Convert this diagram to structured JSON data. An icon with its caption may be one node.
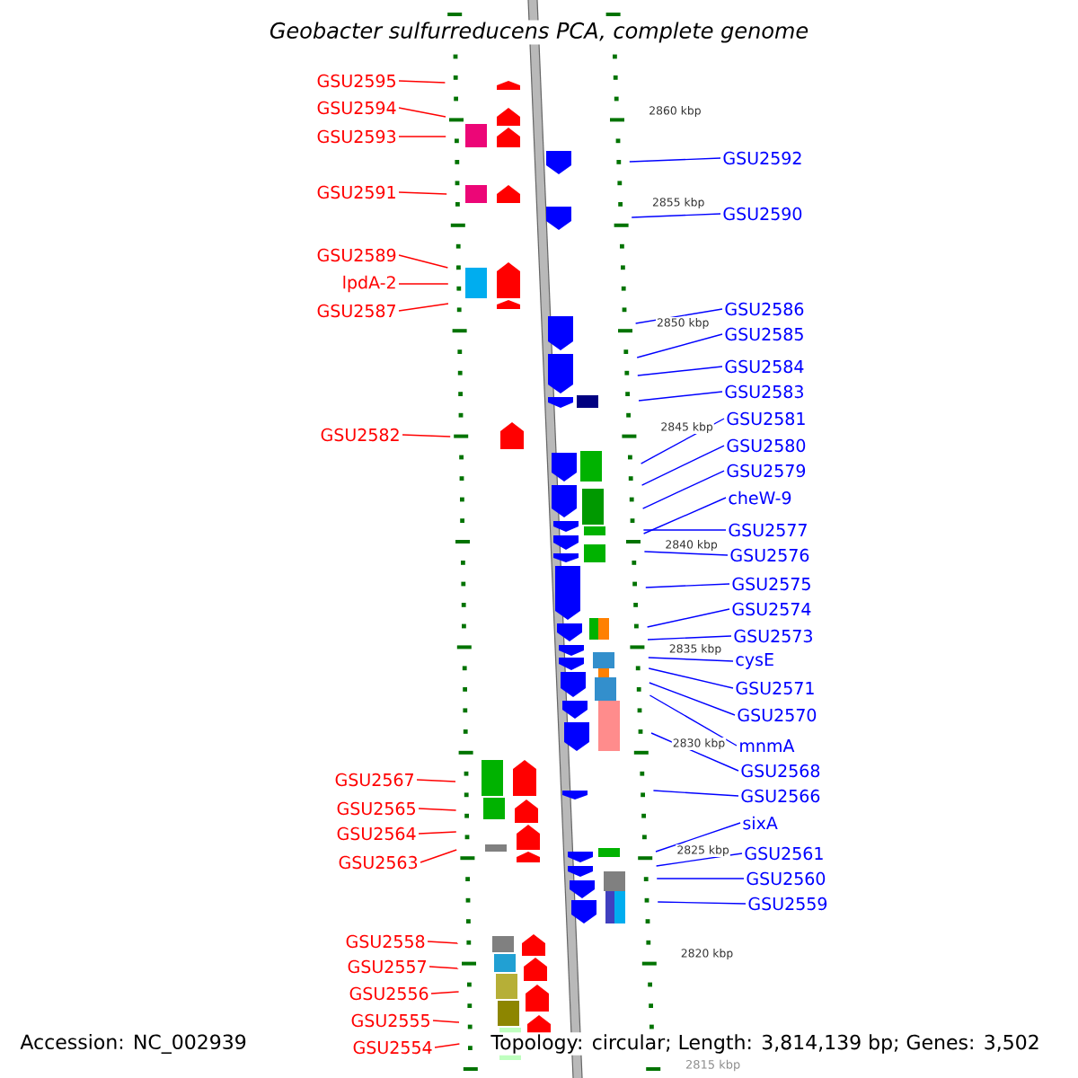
{
  "diagram": {
    "title": "Geobacter sulfurreducens PCA, complete genome",
    "nodes": [
      {
        "text": [
          "GSU2595"
        ]
      },
      {
        "text": [
          "GSU2594"
        ]
      },
      {
        "text": [
          "GSU2593"
        ]
      },
      {
        "text": [
          "GSU2591"
        ]
      },
      {
        "text": [
          "GSU2589"
        ]
      },
      {
        "text": [
          "lpdA-2"
        ]
      },
      {
        "text": [
          "GSU2587"
        ]
      },
      {
        "text": [
          "GSU2582"
        ]
      },
      {
        "text": [
          "GSU2567"
        ]
      },
      {
        "text": [
          "GSU2565"
        ]
      },
      {
        "text": [
          "GSU2564"
        ]
      },
      {
        "text": [
          "GSU2563"
        ]
      },
      {
        "text": [
          "GSU2558"
        ]
      },
      {
        "text": [
          "GSU2557"
        ]
      },
      {
        "text": [
          "GSU2556"
        ]
      },
      {
        "text": [
          "GSU2555"
        ]
      },
      {
        "text": [
          "GSU2554"
        ]
      },
      {
        "text": [
          "GSU2592"
        ]
      },
      {
        "text": [
          "GSU2590"
        ]
      },
      {
        "text": [
          "GSU2586"
        ]
      },
      {
        "text": [
          "GSU2585"
        ]
      },
      {
        "text": [
          "GSU2584"
        ]
      },
      {
        "text": [
          "GSU2583"
        ]
      },
      {
        "text": [
          "GSU2581"
        ]
      },
      {
        "text": [
          "GSU2580"
        ]
      },
      {
        "text": [
          "GSU2579"
        ]
      },
      {
        "text": [
          "cheW-9"
        ]
      },
      {
        "text": [
          "GSU2577"
        ]
      },
      {
        "text": [
          "GSU2576"
        ]
      },
      {
        "text": [
          "GSU2575"
        ]
      },
      {
        "text": [
          "GSU2574"
        ]
      },
      {
        "text": [
          "GSU2573"
        ]
      },
      {
        "text": [
          "cysE"
        ]
      },
      {
        "text": [
          "GSU2571"
        ]
      },
      {
        "text": [
          "GSU2570"
        ]
      },
      {
        "text": [
          "mnmA"
        ]
      },
      {
        "text": [
          "GSU2568"
        ]
      },
      {
        "text": [
          "GSU2566"
        ]
      },
      {
        "text": [
          "sixA"
        ]
      },
      {
        "text": [
          "GSU2561"
        ]
      },
      {
        "text": [
          "GSU2560"
        ]
      },
      {
        "text": [
          "GSU2559"
        ]
      }
    ],
    "edges": [
      {
        "from": 0,
        "to": null,
        "arrow": "none",
        "color": "#ff0000"
      },
      {
        "from": 1,
        "to": null,
        "arrow": "none",
        "color": "#ff0000"
      },
      {
        "from": 2,
        "to": null,
        "arrow": "none",
        "color": "#ff0000"
      },
      {
        "from": 3,
        "to": null,
        "arrow": "none",
        "color": "#ff0000"
      },
      {
        "from": 4,
        "to": null,
        "arrow": "none",
        "color": "#ff0000"
      },
      {
        "from": 5,
        "to": null,
        "arrow": "none",
        "color": "#ff0000"
      },
      {
        "from": 6,
        "to": null,
        "arrow": "none",
        "color": "#ff0000"
      },
      {
        "from": 7,
        "to": null,
        "arrow": "none",
        "color": "#ff0000"
      },
      {
        "from": 8,
        "to": null,
        "arrow": "none",
        "color": "#ff0000"
      },
      {
        "from": 9,
        "to": null,
        "arrow": "none",
        "color": "#ff0000"
      },
      {
        "from": 10,
        "to": null,
        "arrow": "none",
        "color": "#ff0000"
      },
      {
        "from": 11,
        "to": null,
        "arrow": "none",
        "color": "#ff0000"
      },
      {
        "from": 12,
        "to": null,
        "arrow": "none",
        "color": "#ff0000"
      },
      {
        "from": 13,
        "to": null,
        "arrow": "none",
        "color": "#ff0000"
      },
      {
        "from": 14,
        "to": null,
        "arrow": "none",
        "color": "#ff0000"
      },
      {
        "from": 15,
        "to": null,
        "arrow": "none",
        "color": "#ff0000"
      },
      {
        "from": 16,
        "to": null,
        "arrow": "none",
        "color": "#ff0000"
      },
      {
        "from": 17,
        "to": null,
        "arrow": "none"
      },
      {
        "from": 18,
        "to": null,
        "arrow": "none"
      },
      {
        "from": 19,
        "to": null,
        "arrow": "none"
      },
      {
        "from": 20,
        "to": null,
        "arrow": "none"
      },
      {
        "from": 21,
        "to": null,
        "arrow": "none"
      },
      {
        "from": 22,
        "to": null,
        "arrow": "none"
      },
      {
        "from": 23,
        "to": null,
        "arrow": "none"
      },
      {
        "from": 24,
        "to": null,
        "arrow": "none"
      },
      {
        "from": 25,
        "to": null,
        "arrow": "none"
      },
      {
        "from": 26,
        "to": null,
        "arrow": "none"
      },
      {
        "from": 27,
        "to": null,
        "arrow": "none"
      },
      {
        "from": 28,
        "to": null,
        "arrow": "none"
      },
      {
        "from": 29,
        "to": null,
        "arrow": "none"
      },
      {
        "from": 30,
        "to": null,
        "arrow": "none"
      },
      {
        "from": 31,
        "to": null,
        "arrow": "none"
      },
      {
        "from": 32,
        "to": null,
        "arrow": "none"
      },
      {
        "from": 33,
        "to": null,
        "arrow": "none"
      },
      {
        "from": 34,
        "to": null,
        "arrow": "none"
      },
      {
        "from": 35,
        "to": null,
        "arrow": "none"
      },
      {
        "from": 36,
        "to": null,
        "arrow": "none"
      },
      {
        "from": 37,
        "to": null,
        "arrow": "none"
      },
      {
        "from": 38,
        "to": null,
        "arrow": "none"
      },
      {
        "from": 39,
        "to": null,
        "arrow": "none"
      },
      {
        "from": 40,
        "to": null,
        "arrow": "none"
      },
      {
        "from": 41,
        "to": null,
        "arrow": "none"
      }
    ],
    "labels": [
      "2860 kbp",
      "2855 kbp",
      "2850 kbp",
      "2845 kbp",
      "2840 kbp",
      "2835 kbp",
      "2830 kbp",
      "2825 kbp",
      "2820 kbp",
      "2815 kbp",
      "Accession: NC_002939",
      "Topology: circular; Length: 3,814,139 bp; Genes: 3,502"
    ]
  }
}
